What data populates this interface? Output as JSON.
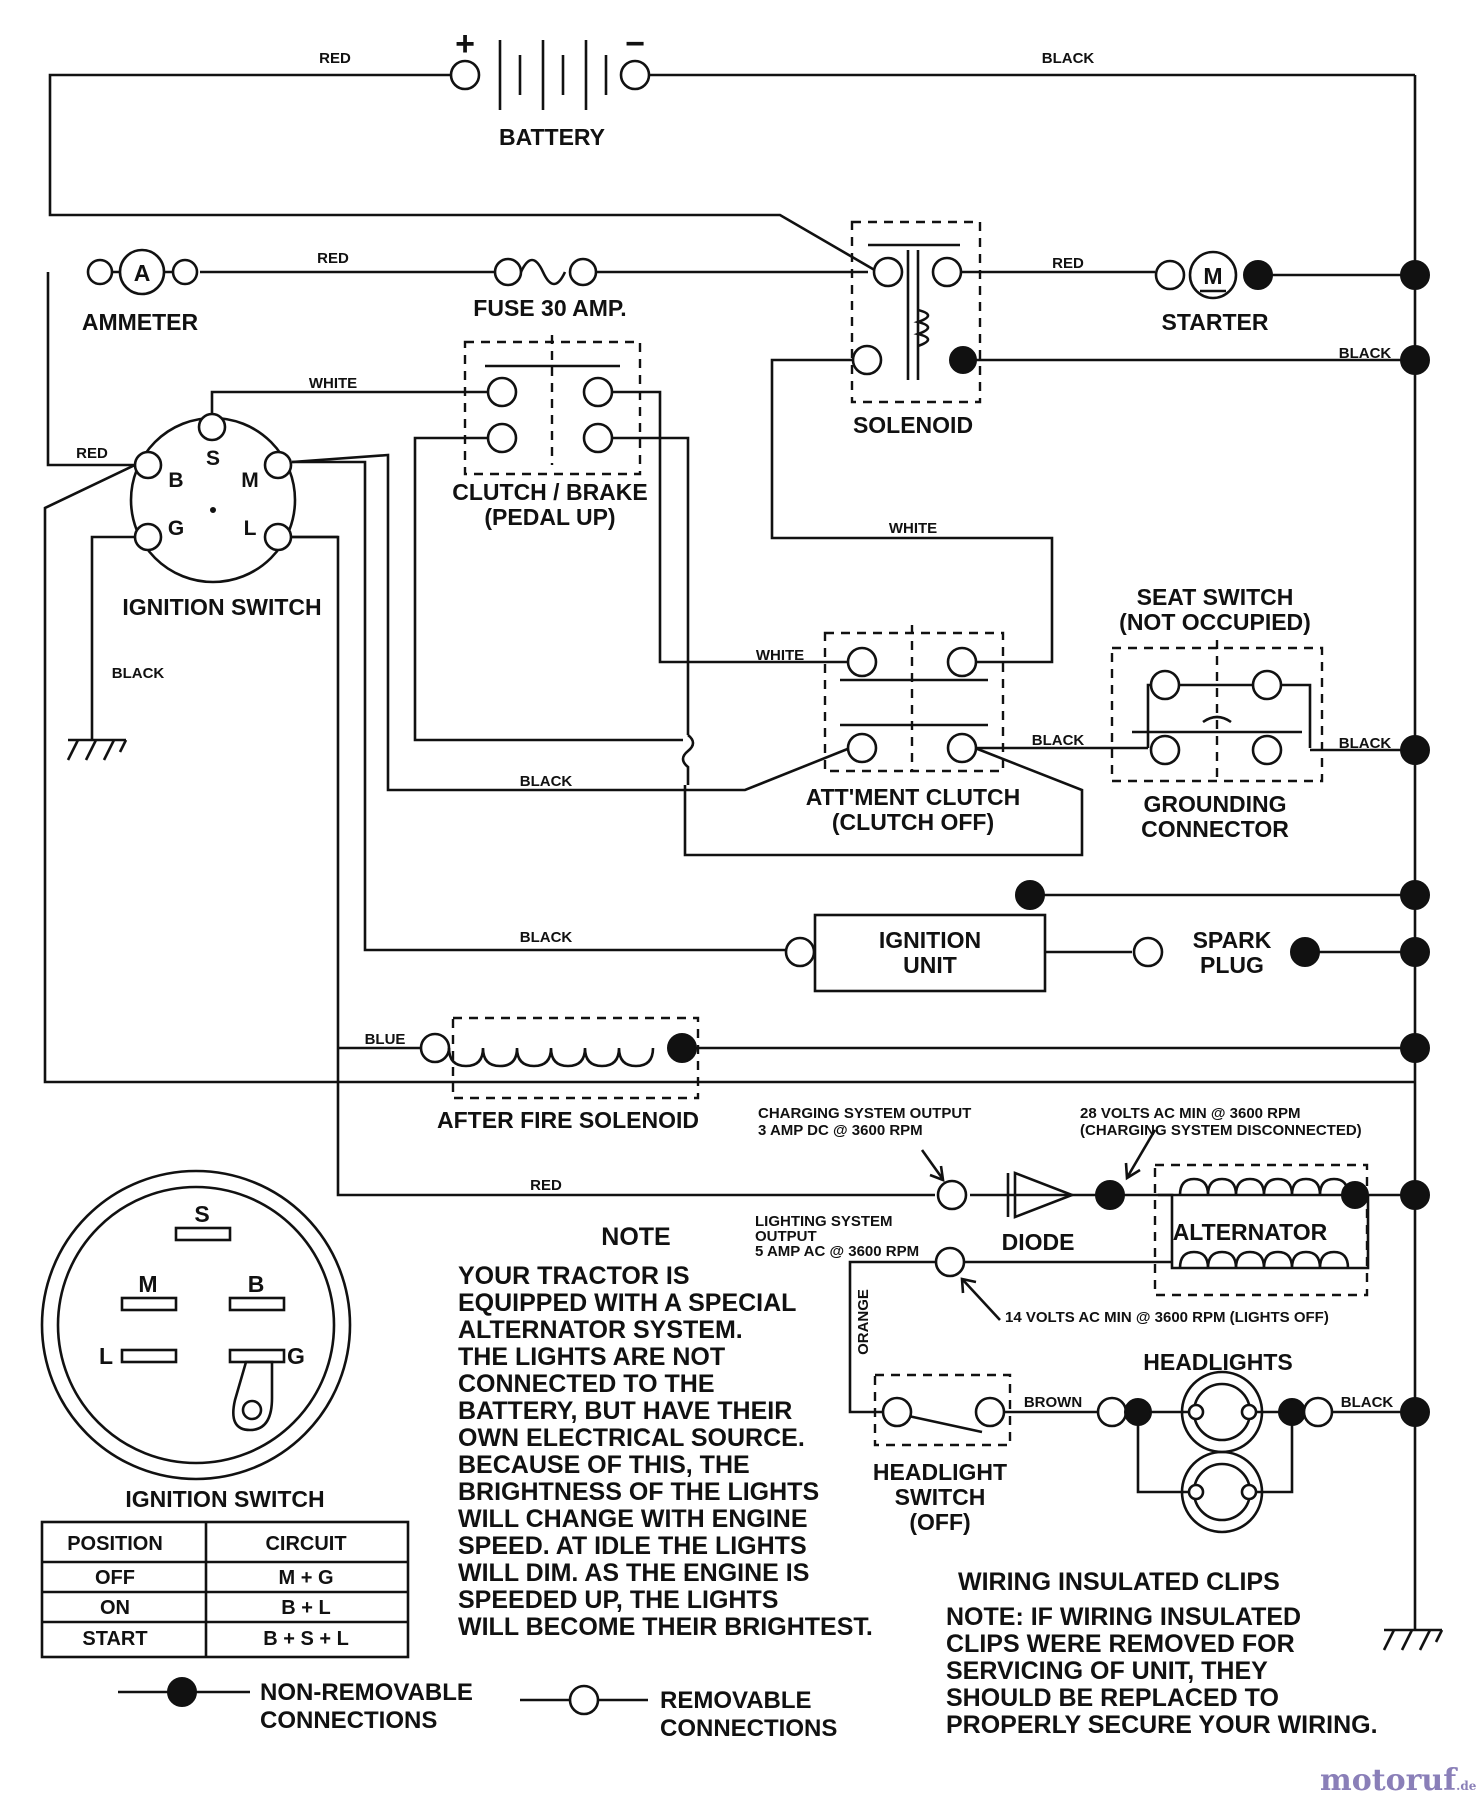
{
  "wire_labels": {
    "red_battery": "RED",
    "black_battery": "BLACK",
    "red_ammeter": "RED",
    "red_solenoid_starter": "RED",
    "black_solenoid": "BLACK",
    "white_ign": "WHITE",
    "red_ign": "RED",
    "white_solenoid": "WHITE",
    "white_att": "WHITE",
    "black_seat_left": "BLACK",
    "black_seat_right": "BLACK",
    "black_ground": "BLACK",
    "black_mid": "BLACK",
    "black_ignition_unit": "BLACK",
    "blue": "BLUE",
    "red_diode": "RED",
    "orange": "ORANGE",
    "brown": "BROWN",
    "black_headlights": "BLACK"
  },
  "components": {
    "battery": "BATTERY",
    "battery_plus": "+",
    "battery_minus": "−",
    "ammeter": "AMMETER",
    "ammeter_symbol": "A",
    "fuse": "FUSE 30 AMP.",
    "solenoid": "SOLENOID",
    "starter": "STARTER",
    "starter_symbol": "M",
    "clutch_brake_1": "CLUTCH / BRAKE",
    "clutch_brake_2": "(PEDAL UP)",
    "ignition_switch": "IGNITION SWITCH",
    "seat_switch_1": "SEAT SWITCH",
    "seat_switch_2": "(NOT OCCUPIED)",
    "att_clutch_1": "ATT'MENT CLUTCH",
    "att_clutch_2": "(CLUTCH OFF)",
    "grounding_1": "GROUNDING",
    "grounding_2": "CONNECTOR",
    "ignition_unit_1": "IGNITION",
    "ignition_unit_2": "UNIT",
    "spark_plug_1": "SPARK",
    "spark_plug_2": "PLUG",
    "after_fire": "AFTER FIRE SOLENOID",
    "diode": "DIODE",
    "alternator": "ALTERNATOR",
    "headlights": "HEADLIGHTS",
    "headlight_switch_1": "HEADLIGHT",
    "headlight_switch_2": "SWITCH",
    "headlight_switch_3": "(OFF)"
  },
  "switch_terminals": {
    "s": "S",
    "b": "B",
    "m": "M",
    "g": "G",
    "l": "L"
  },
  "annotations": {
    "charging_1": "CHARGING SYSTEM OUTPUT",
    "charging_2": "3 AMP DC @ 3600 RPM",
    "volts28_1": "28 VOLTS AC MIN  @  3600 RPM",
    "volts28_2": "(CHARGING SYSTEM DISCONNECTED)",
    "lighting_1": "LIGHTING SYSTEM",
    "lighting_2": "OUTPUT",
    "lighting_3": "5 AMP AC @ 3600 RPM",
    "volts14": "14 VOLTS AC MIN  @ 3600 RPM (LIGHTS OFF)"
  },
  "note": {
    "title": "NOTE",
    "lines": [
      "YOUR TRACTOR IS",
      "EQUIPPED WITH A SPECIAL",
      "ALTERNATOR SYSTEM.",
      "THE LIGHTS ARE NOT",
      "CONNECTED TO THE",
      "BATTERY, BUT HAVE THEIR",
      "OWN ELECTRICAL SOURCE.",
      "BECAUSE OF THIS, THE",
      "BRIGHTNESS OF THE LIGHTS",
      "WILL CHANGE WITH ENGINE",
      "SPEED.  AT IDLE THE LIGHTS",
      "WILL DIM.  AS THE ENGINE IS",
      "SPEEDED UP, THE LIGHTS",
      "WILL BECOME THEIR BRIGHTEST."
    ]
  },
  "ignition_table": {
    "title": "IGNITION SWITCH",
    "headers": [
      "POSITION",
      "CIRCUIT"
    ],
    "rows": [
      [
        "OFF",
        "M + G"
      ],
      [
        "ON",
        "B + L"
      ],
      [
        "START",
        "B + S + L"
      ]
    ]
  },
  "legend": {
    "nonremovable_1": "NON-REMOVABLE",
    "nonremovable_2": "CONNECTIONS",
    "removable_1": "REMOVABLE",
    "removable_2": "CONNECTIONS"
  },
  "clips": {
    "title": "WIRING INSULATED CLIPS",
    "note_label": "NOTE:",
    "line1": " IF WIRING INSULATED",
    "line2": "CLIPS WERE REMOVED FOR",
    "line3": "SERVICING OF UNIT, THEY",
    "line4": "SHOULD BE REPLACED TO",
    "line5": "PROPERLY SECURE YOUR WIRING."
  },
  "watermark": {
    "text": "motoruf",
    "suffix": ".de",
    "color": "#8a7fb8"
  }
}
